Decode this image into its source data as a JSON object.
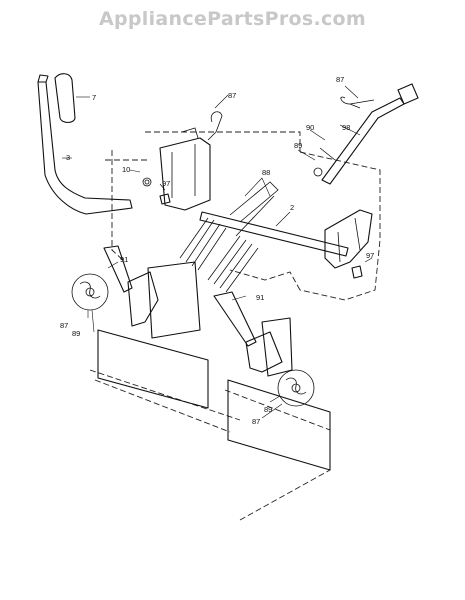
{
  "watermark": "AppliancePartsPros.com",
  "callouts": {
    "c7": "7",
    "c3": "3",
    "c87_top": "87",
    "c87_right": "87",
    "c90": "90",
    "c98": "98",
    "c89_right": "89",
    "c88": "88",
    "c2": "2",
    "c10": "10",
    "c97_left": "97",
    "c97_right": "97",
    "c91_left": "91",
    "c91_right": "91",
    "c87_left": "87",
    "c89_left": "89",
    "c89_bottom": "89",
    "c87_bottom": "87"
  }
}
